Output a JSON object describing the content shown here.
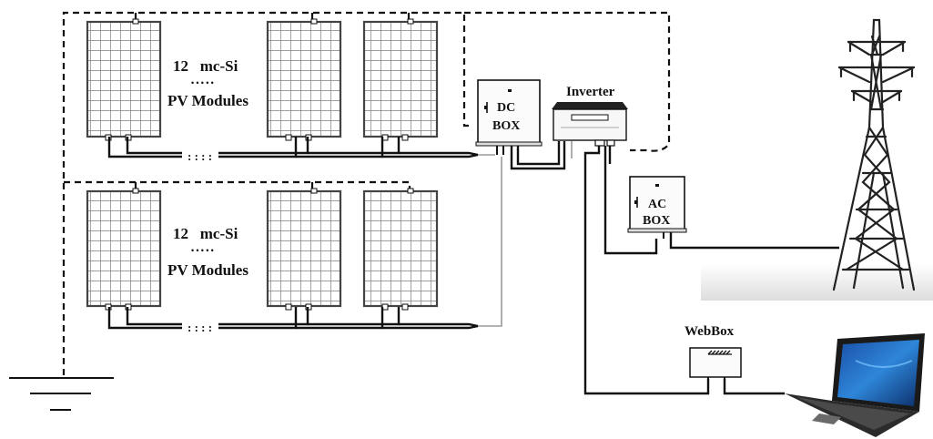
{
  "strings": {
    "count_label": "12   mc-Si",
    "dots": "• • • • •",
    "modules_label": "PV Modules",
    "conn_dots": ": : : :"
  },
  "dc_box": {
    "line1": "DC",
    "line2": "BOX"
  },
  "inverter": {
    "label": "Inverter"
  },
  "ac_box": {
    "line1": "AC",
    "line2": "BOX"
  },
  "webbox": {
    "label": "WebBox"
  },
  "colors": {
    "line": "#111111",
    "panel_cell": "#ffffff",
    "panel_frame": "#444444",
    "grey_wire": "#9a9a9a"
  }
}
